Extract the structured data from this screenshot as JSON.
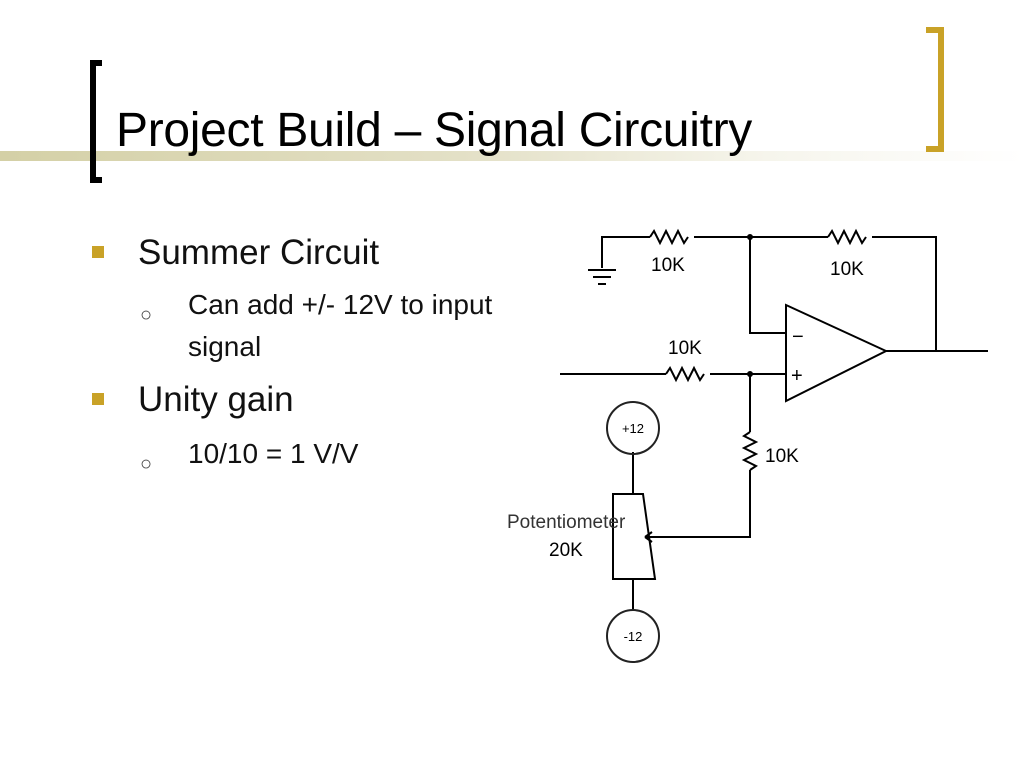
{
  "slide": {
    "title": "Project Build – Signal Circuitry",
    "bullets": [
      {
        "text": "Summer Circuit",
        "sub": [
          "Can add +/- 12V to input signal"
        ]
      },
      {
        "text": "Unity gain",
        "sub": [
          "10/10 = 1 V/V"
        ]
      }
    ]
  },
  "circuit": {
    "r_top_left": "10K",
    "r_top_right": "10K",
    "r_input": "10K",
    "r_bias": "10K",
    "opamp_minus": "−",
    "opamp_plus": "+",
    "pot_label_line1": "Potentiometer",
    "pot_label_line2": "20K",
    "supply_pos": "+12",
    "supply_neg": "-12"
  },
  "colors": {
    "accent_gold": "#c9a227",
    "title_bar": "#d4d0a6",
    "line": "#000000"
  }
}
